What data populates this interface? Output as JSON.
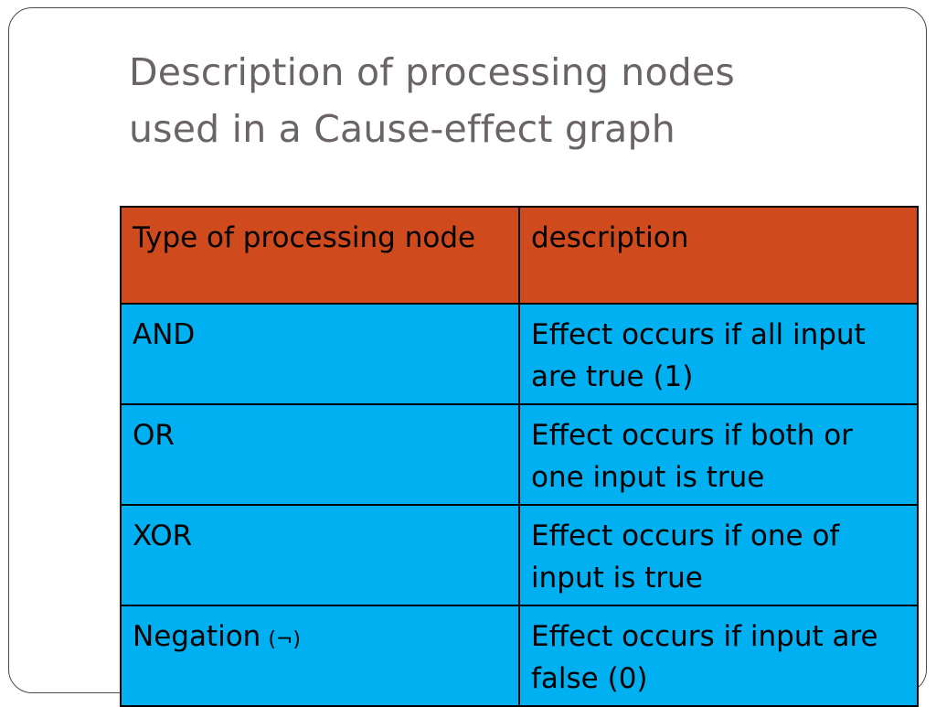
{
  "slide": {
    "title_line1": "Description of processing nodes",
    "title_line2": "used in a Cause-effect graph"
  },
  "table": {
    "headers": [
      "Type of processing node",
      "description"
    ],
    "rows": [
      {
        "node": "AND",
        "description": "Effect occurs if all input are true (1)"
      },
      {
        "node": "OR",
        "description": "Effect occurs if both or one input is true"
      },
      {
        "node": "XOR",
        "description": "Effect occurs if one of input is true"
      },
      {
        "node": "Negation",
        "symbol": "(¬)",
        "description": "Effect occurs if input are false (0)"
      }
    ]
  },
  "colors": {
    "header_fill": "#cf4a1d",
    "body_fill": "#00b0f0",
    "title_text": "#6b6464"
  }
}
